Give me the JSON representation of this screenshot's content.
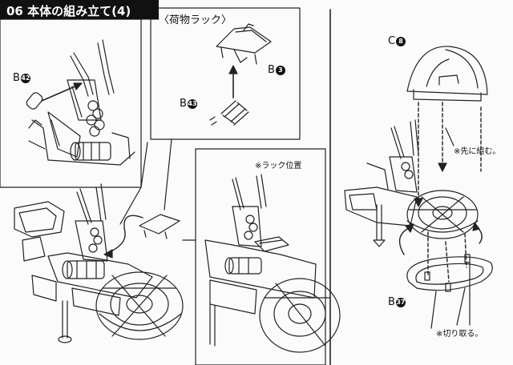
{
  "header": {
    "title": "06 本体の組み立て(4)"
  },
  "callouts": {
    "rack_title": "〈荷物ラック〉",
    "rack_position": "※ラック位置",
    "assemble_first": "※先に組む。",
    "cut_off": "※切り取る。"
  },
  "parts": {
    "b42": {
      "letter": "B",
      "number": "42"
    },
    "b3": {
      "letter": "B",
      "number": "3"
    },
    "b43": {
      "letter": "B",
      "number": "43"
    },
    "c8": {
      "letter": "C",
      "number": "8"
    },
    "b37": {
      "letter": "B",
      "number": "37"
    }
  }
}
